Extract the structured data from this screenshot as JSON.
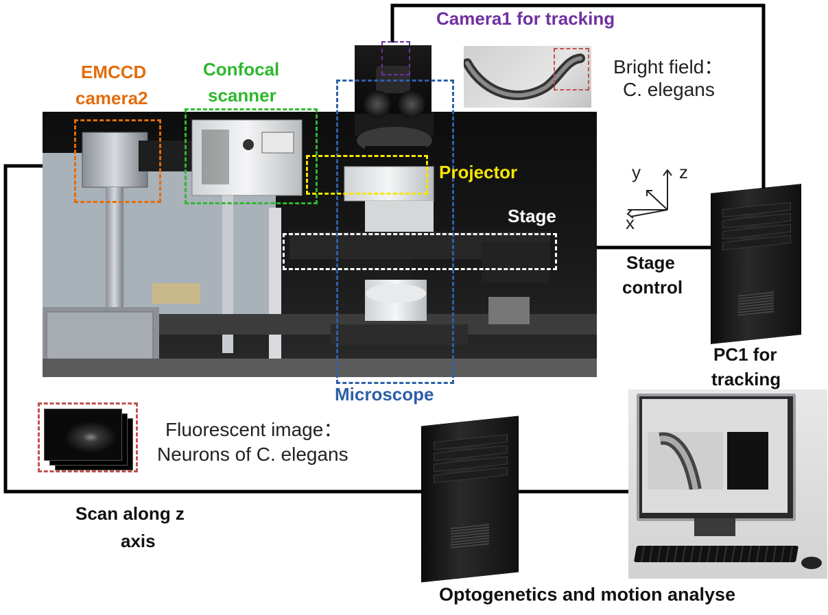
{
  "labels": {
    "camera1": "Camera1 for tracking",
    "emccd_line1": "EMCCD",
    "emccd_line2": "camera2",
    "confocal_line1": "Confocal",
    "confocal_line2": "scanner",
    "bright_line1": "Bright field：",
    "bright_line2": "C. elegans",
    "projector": "Projector",
    "axis_y": "y",
    "axis_z": "z",
    "axis_x": "x",
    "stage": "Stage",
    "stage_control_line1": "Stage",
    "stage_control_line2": "control",
    "pc1_line1": "PC1 for",
    "pc1_line2": "tracking",
    "microscope": "Microscope",
    "fluor_line1": "Fluorescent image：",
    "fluor_line2": "Neurons of C. elegans",
    "scan_line1": "Scan along z",
    "scan_line2": "axis",
    "optogenetics": "Optogenetics and motion analyse"
  },
  "colors": {
    "camera1": "#7030a0",
    "emccd": "#e36c0a",
    "confocal": "#2eb82e",
    "projector": "#f5e600",
    "stage": "#ffffff",
    "microscope": "#2e5fa8",
    "roi": "#c0504d",
    "text": "#222222"
  }
}
